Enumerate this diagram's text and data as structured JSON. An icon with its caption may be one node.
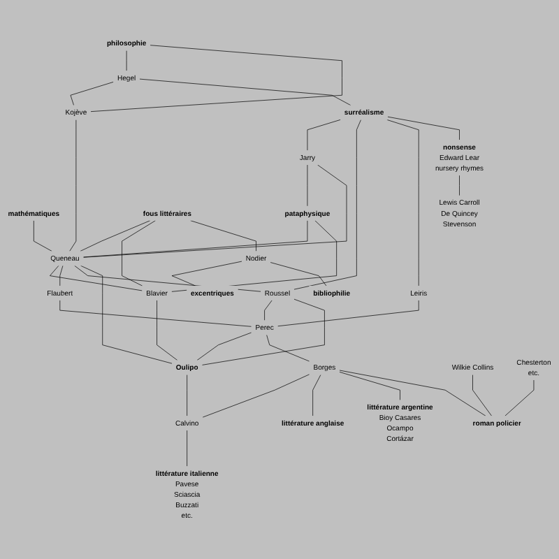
{
  "diagram": {
    "nodes": [
      {
        "text": [
          "philosophie"
        ]
      },
      {
        "text": [
          "Hegel"
        ]
      },
      {
        "text": [
          "Kojève"
        ]
      },
      {
        "text": [
          "mathématiques"
        ]
      },
      {
        "text": [
          "Jarry"
        ]
      },
      {
        "text": [
          "pataphysique"
        ]
      },
      {
        "text": [
          "fous littéraires"
        ]
      },
      {
        "text": [
          "surréalisme"
        ]
      },
      {
        "text": [
          "Queneau"
        ]
      },
      {
        "text": [
          "Blavier"
        ]
      },
      {
        "text": [
          "excentriques"
        ]
      },
      {
        "text": [
          "Flaubert"
        ]
      },
      {
        "text": [
          "Roussel"
        ]
      },
      {
        "text": [
          "Nodier"
        ]
      },
      {
        "text": [
          "Leiris"
        ]
      },
      {
        "text": [
          "Oulipo"
        ]
      },
      {
        "text": [
          "bibliophilie"
        ]
      },
      {
        "text": [
          "nonsense",
          "Edward Lear",
          "nursery rhymes"
        ]
      },
      {
        "text": [
          "Perec"
        ]
      },
      {
        "text": [
          "Calvino"
        ]
      },
      {
        "text": [
          "Borges"
        ]
      },
      {
        "text": [
          "littérature italienne",
          "Pavese",
          "Sciascia",
          "Buzzati",
          "etc."
        ]
      },
      {
        "text": [
          "littérature anglaise"
        ]
      },
      {
        "text": [
          "littérature argentine",
          "Bioy Casares",
          "Ocampo",
          "Cortázar"
        ]
      },
      {
        "text": [
          "Lewis Carroll",
          "De Quincey",
          "Stevenson"
        ]
      },
      {
        "text": [
          "Wilkie Collins"
        ]
      },
      {
        "text": [
          "Chesterton",
          "etc."
        ]
      },
      {
        "text": [
          "roman policier"
        ]
      }
    ],
    "edges": [
      {
        "from": 0,
        "to": 1,
        "arrow": "none"
      },
      {
        "from": 0,
        "to": 2,
        "arrow": "none"
      },
      {
        "from": 1,
        "to": 2,
        "arrow": "none"
      },
      {
        "from": 1,
        "to": 7,
        "arrow": "none"
      },
      {
        "from": 2,
        "to": 8,
        "arrow": "none"
      },
      {
        "from": 3,
        "to": 8,
        "arrow": "none"
      },
      {
        "from": 4,
        "to": 5,
        "arrow": "none"
      },
      {
        "from": 7,
        "to": 4,
        "arrow": "none"
      },
      {
        "from": 4,
        "to": 8,
        "arrow": "none"
      },
      {
        "from": 5,
        "to": 8,
        "arrow": "none"
      },
      {
        "from": 5,
        "to": 9,
        "arrow": "none"
      },
      {
        "from": 6,
        "to": 8,
        "arrow": "none"
      },
      {
        "from": 6,
        "to": 9,
        "arrow": "none"
      },
      {
        "from": 6,
        "to": 13,
        "arrow": "none"
      },
      {
        "from": 8,
        "to": 9,
        "arrow": "none"
      },
      {
        "from": 8,
        "to": 11,
        "arrow": "none"
      },
      {
        "from": 8,
        "to": 12,
        "arrow": "none"
      },
      {
        "from": 8,
        "to": 15,
        "arrow": "none"
      },
      {
        "from": 9,
        "to": 15,
        "arrow": "none"
      },
      {
        "from": 13,
        "to": 10,
        "arrow": "none"
      },
      {
        "from": 13,
        "to": 16,
        "arrow": "none"
      },
      {
        "from": 7,
        "to": 12,
        "arrow": "none"
      },
      {
        "from": 7,
        "to": 14,
        "arrow": "none"
      },
      {
        "from": 7,
        "to": 17,
        "arrow": "none"
      },
      {
        "from": 14,
        "to": 18,
        "arrow": "none"
      },
      {
        "from": 11,
        "to": 18,
        "arrow": "none"
      },
      {
        "from": 12,
        "to": 18,
        "arrow": "none"
      },
      {
        "from": 12,
        "to": 15,
        "arrow": "none"
      },
      {
        "from": 18,
        "to": 15,
        "arrow": "none"
      },
      {
        "from": 15,
        "to": 19,
        "arrow": "none"
      },
      {
        "from": 18,
        "to": 20,
        "arrow": "none"
      },
      {
        "from": 20,
        "to": 19,
        "arrow": "none"
      },
      {
        "from": 19,
        "to": 21,
        "arrow": "none"
      },
      {
        "from": 20,
        "to": 22,
        "arrow": "none"
      },
      {
        "from": 20,
        "to": 23,
        "arrow": "none"
      },
      {
        "from": 20,
        "to": 27,
        "arrow": "none"
      },
      {
        "from": 17,
        "to": 24,
        "arrow": "none"
      },
      {
        "from": 25,
        "to": 27,
        "arrow": "none"
      },
      {
        "from": 26,
        "to": 27,
        "arrow": "none"
      }
    ]
  }
}
